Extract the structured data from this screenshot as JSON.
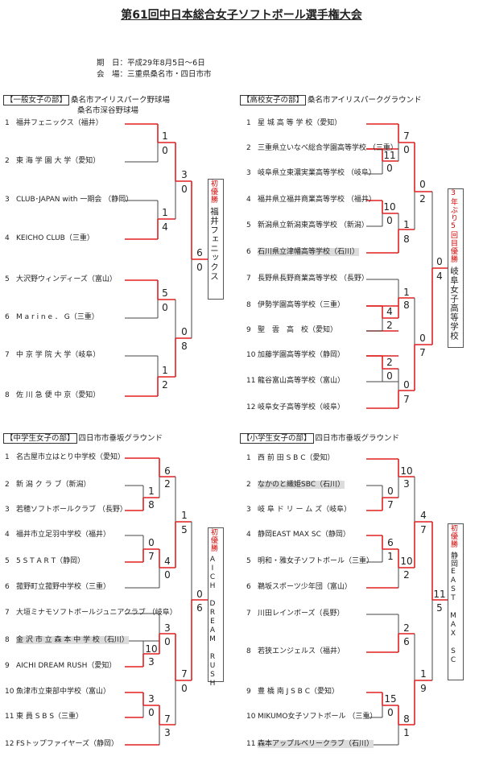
{
  "title": "第61回中日本総合女子ソフトボール選手権大会",
  "meta": {
    "date": "期　日：平成29年8月5日～6日",
    "venue": "会　場：三重県桑名市・四日市市"
  },
  "sections": [
    {
      "tag": "【一般女子の部】",
      "venue": "桑名市アイリスパーク野球場",
      "venue2": "桑名市深谷野球場",
      "teams": [
        {
          "n": "1",
          "name": "福井フェニックス（福井）"
        },
        {
          "n": "2",
          "name": "東 海 学 園 大 学（愛知）"
        },
        {
          "n": "3",
          "name": "CLUB･JAPAN with 一期会 （静岡）"
        },
        {
          "n": "4",
          "name": "KEICHO CLUB（三重）"
        },
        {
          "n": "5",
          "name": "大沢野ウィンディーズ（富山）"
        },
        {
          "n": "6",
          "name": "M a r i n e ． G（三重）"
        },
        {
          "n": "7",
          "name": "中 京 学 院 大 学（岐阜）"
        },
        {
          "n": "8",
          "name": "佐 川 急 便 中 京（愛知）"
        }
      ],
      "scores": [
        "1",
        "0",
        "1",
        "4",
        "5",
        "0",
        "1",
        "2",
        "3",
        "0",
        "0",
        "8",
        "6",
        "0"
      ],
      "winner_label": "初優勝",
      "winner": "福井フェニックス"
    },
    {
      "tag": "【高校女子の部】",
      "venue": "桑名市アイリスパークグラウンド",
      "teams": [
        {
          "n": "1",
          "name": "星 城 高 等 学 校（愛知）"
        },
        {
          "n": "2",
          "name": "三重県立いなべ総合学園高等学校 （三重）"
        },
        {
          "n": "3",
          "name": "岐阜県立東濃実業高等学校 （岐阜）"
        },
        {
          "n": "4",
          "name": "福井県立福井商業高等学校 （福井）"
        },
        {
          "n": "5",
          "name": "新潟県立新潟東高等学校 （新潟）"
        },
        {
          "n": "6",
          "name": "石川県立津幡高等学校（石川）"
        },
        {
          "n": "7",
          "name": "長野県長野商業高等学校 （長野）"
        },
        {
          "n": "8",
          "name": "伊勢学園高等学校（三重）"
        },
        {
          "n": "9",
          "name": "聖　雲　高　校（愛知）"
        },
        {
          "n": "10",
          "name": "加藤学園高等学校（静岡）"
        },
        {
          "n": "11",
          "name": "龍谷富山高等学校（富山）"
        },
        {
          "n": "12",
          "name": "岐阜女子高等学校（岐阜）"
        }
      ],
      "scores": [
        "7",
        "0",
        "11",
        "0",
        "10",
        "0",
        "1",
        "8",
        "0",
        "2",
        "1",
        "8",
        "4",
        "2",
        "2",
        "0",
        "0",
        "7",
        "0",
        "7",
        "0",
        "4"
      ],
      "winner_label": "3年ぶり5回目優勝",
      "winner": "岐阜女子高等学校"
    },
    {
      "tag": "【中学生女子の部】",
      "venue": "四日市市垂坂グラウンド",
      "teams": [
        {
          "n": "1",
          "name": "名古屋市立はとり中学校（愛知）"
        },
        {
          "n": "2",
          "name": "新 潟 ク ラ ブ（新潟）"
        },
        {
          "n": "3",
          "name": "若穂ソフトボールクラブ （長野）"
        },
        {
          "n": "4",
          "name": "福井市立足羽中学校（福井）"
        },
        {
          "n": "5",
          "name": "5 S T A R T（静岡）"
        },
        {
          "n": "6",
          "name": "菰野町立菰野中学校（三重）"
        },
        {
          "n": "7",
          "name": "大垣ミナモソフトボールジュニアクラブ （岐阜）"
        },
        {
          "n": "8",
          "name": "金 沢 市 立 森 本 中 学 校（石川）"
        },
        {
          "n": "9",
          "name": "AICHI DREAM RUSH（愛知）"
        },
        {
          "n": "10",
          "name": "魚津市立東部中学校（富山）"
        },
        {
          "n": "11",
          "name": "東 員 S B S（三重）"
        },
        {
          "n": "12",
          "name": "FSトップファイヤーズ（静岡）"
        }
      ],
      "scores": [
        "6",
        "2",
        "1",
        "8",
        "0",
        "7",
        "4",
        "0",
        "1",
        "5",
        "3",
        "10",
        "3",
        "0",
        "0",
        "7",
        "3",
        "1",
        "5",
        "7",
        "0",
        "0",
        "6"
      ],
      "winner_label": "初優勝",
      "winner": "AICH DREAM RUSH"
    },
    {
      "tag": "【小学生女子の部】",
      "venue": "四日市市垂坂グラウンド",
      "teams": [
        {
          "n": "1",
          "name": "西 前 田 S B C（愛知）"
        },
        {
          "n": "2",
          "name": "なかのと織姫SBC（石川）"
        },
        {
          "n": "3",
          "name": "岐 阜 ド リ ー ム ズ（岐阜）"
        },
        {
          "n": "4",
          "name": "静岡EAST MAX SC（静岡）"
        },
        {
          "n": "5",
          "name": "明和・雅女子ソフトボール（三重）"
        },
        {
          "n": "6",
          "name": "鵜坂スポーツ少年団（富山）"
        },
        {
          "n": "7",
          "name": "川田レインボーズ（長野）"
        },
        {
          "n": "8",
          "name": "若狭エンジェルス（福井）"
        },
        {
          "n": "9",
          "name": "豊 橋 南 J S B C（愛知）"
        },
        {
          "n": "10",
          "name": "MIKUMO女子ソフトボール （三重）"
        },
        {
          "n": "11",
          "name": "森本アップルベリークラブ（石川）"
        }
      ],
      "scores": [
        "10",
        "3",
        "0",
        "7",
        "6",
        "1",
        "10",
        "2",
        "4",
        "7",
        "2",
        "6",
        "15",
        "0",
        "8",
        "1",
        "1",
        "9",
        "11",
        "5"
      ],
      "winner_label": "初優勝",
      "winner": "静岡EAST MAX SC"
    }
  ]
}
